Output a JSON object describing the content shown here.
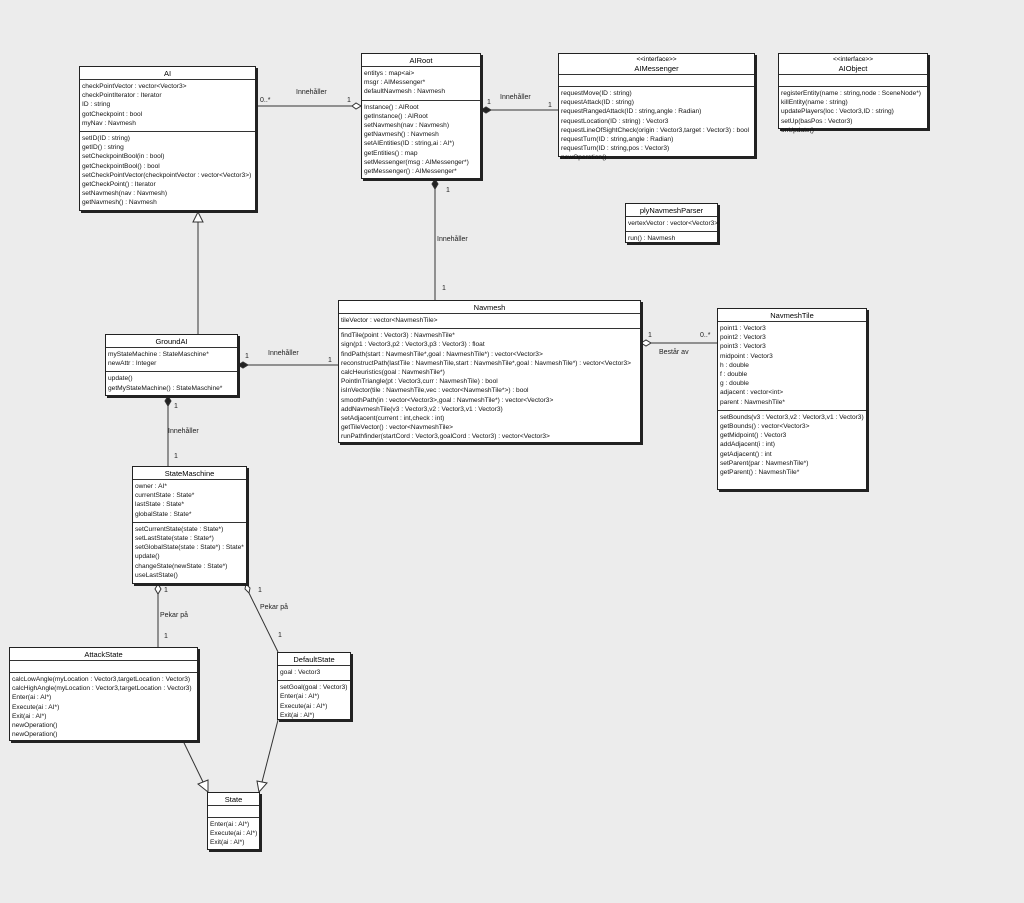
{
  "classes": {
    "ai": {
      "name": "AI",
      "attributes": [
        "checkPointVector : vector<Vector3>",
        "checkPointIterator : Iterator",
        "ID : string",
        "gotCheckpoint : bool",
        "myNav : Navmesh"
      ],
      "operations": [
        "setID(ID : string)",
        "getID() : string",
        "setCheckpointBool(in : bool)",
        "getCheckpointBool() : bool",
        "setCheckPointVector(checkpointVector : vector<Vector3>)",
        "getCheckPoint() : Iterator",
        "setNavmesh(nav : Navmesh)",
        "getNavmesh() : Navmesh"
      ]
    },
    "airoot": {
      "name": "AIRoot",
      "attributes": [
        "entitys : map<ai>",
        "msgr : AIMessenger*",
        "defaultNavmesh : Navmesh"
      ],
      "operations": [
        "Instance() : AIRoot",
        "getInstance() : AIRoot",
        "setNavmesh(nav : Navmesh)",
        "getNavmesh() : Navmesh",
        "setAIEntities(ID : string,ai : AI*)",
        "getEntities() : map",
        "setMessenger(msg : AIMessenger*)",
        "getMessenger() : AIMessenger*"
      ]
    },
    "aimessenger": {
      "stereotype": "<<interface>>",
      "name": "AIMessenger",
      "attributes": [],
      "operations": [
        "requestMove(ID : string)",
        "requestAttack(ID : string)",
        "requestRangedAttack(ID : string,angle : Radian)",
        "requestLocation(ID : string) : Vector3",
        "requestLineOfSightCheck(origin : Vector3,target : Vector3) : bool",
        "requestTurn(ID : string,angle : Radian)",
        "requestTurn(ID : string,pos : Vector3)",
        "newOperation()"
      ]
    },
    "aiobject": {
      "stereotype": "<<interface>>",
      "name": "AIObject",
      "attributes": [],
      "operations": [
        "registerEntity(name : string,node : SceneNode*)",
        "killEntity(name : string)",
        "updatePlayers(loc : Vector3,ID : string)",
        "setUp(basPos : Vector3)",
        "onUpdate()"
      ]
    },
    "plynavmeshparser": {
      "name": "plyNavmeshParser",
      "attributes": [
        "vertexVector : vector<Vector3>"
      ],
      "operations": [
        "run() : Navmesh"
      ]
    },
    "navmesh": {
      "name": "Navmesh",
      "attributes": [
        "tileVector : vector<NavmeshTile>"
      ],
      "operations": [
        "findTile(point : Vector3) : NavmeshTile*",
        "sign(p1 : Vector3,p2 : Vector3,p3 : Vector3) : float",
        "findPath(start : NavmeshTile*,goal : NavmeshTile*) : vector<Vector3>",
        "reconstructPath(lastTile : NavmeshTile,start : NavmeshTile*,goal : NavmeshTile*) : vector<Vector3>",
        "calcHeuristics(goal : NavmeshTile*)",
        "PointInTriangle(pt : Vector3,curr : NavmeshTile) : bool",
        "isInVector(tile : NavmeshTile,vec : vector<NavmeshTile*>) : bool",
        "smoothPath(in : vector<Vector3>,goal : NavmeshTile*) : vector<Vector3>",
        "addNavmeshTile(v3 : Vector3,v2 : Vector3,v1 : Vector3)",
        "setAdjacent(current : int,check : int)",
        "getTileVector() : vector<NavmeshTile>",
        "runPathfinder(startCord : Vector3,goalCord : Vector3) : vector<Vector3>"
      ]
    },
    "navmeshtile": {
      "name": "NavmeshTile",
      "attributes": [
        "point1 : Vector3",
        "point2 : Vector3",
        "point3 : Vector3",
        "midpoint : Vector3",
        "h : double",
        "f : double",
        "g : double",
        "adjacent : vector<int>",
        "parent : NavmeshTile*"
      ],
      "operations": [
        "setBounds(v3 : Vector3,v2 : Vector3,v1 : Vector3)",
        "getBounds() : vector<Vector3>",
        "getMidpoint() : Vector3",
        "addAdjacent(i : int)",
        "getAdjacent() : int",
        "setParent(par : NavmeshTile*)",
        "getParent() : NavmeshTile*"
      ]
    },
    "groundai": {
      "name": "GroundAI",
      "attributes": [
        "myStateMachine : StateMaschine*",
        "newAttr : Integer"
      ],
      "operations": [
        "update()",
        "getMyStateMachine() : StateMaschine*"
      ]
    },
    "statemaschine": {
      "name": "StateMaschine",
      "attributes": [
        "owner : AI*",
        "currentState : State*",
        "lastState : State*",
        "globalState : State*"
      ],
      "operations": [
        "setCurrentState(state : State*)",
        "setLastState(state : State*)",
        "setGlobalState(state : State*) : State*",
        "update()",
        "changeState(newState : State*)",
        "useLastState()"
      ]
    },
    "attackstate": {
      "name": "AttackState",
      "attributes": [],
      "operations": [
        "calcLowAngle(myLocation : Vector3,targetLocation : Vector3)",
        "calcHighAngle(myLocation : Vector3,targetLocation : Vector3)",
        "Enter(ai : AI*)",
        "Execute(ai : AI*)",
        "Exit(ai : AI*)",
        "newOperation()",
        "newOperation()"
      ]
    },
    "defaultstate": {
      "name": "DefaultState",
      "attributes": [
        "goal : Vector3"
      ],
      "operations": [
        "setGoal(goal : Vector3)",
        "Enter(ai : AI*)",
        "Execute(ai : AI*)",
        "Exit(ai : AI*)"
      ]
    },
    "state": {
      "name": "State",
      "attributes": [],
      "operations": [
        "Enter(ai : AI*)",
        "Execute(ai : AI*)",
        "Exit(ai : AI*)"
      ]
    }
  },
  "relations": {
    "ai_airoot": {
      "label": "Innehåller",
      "mult_a": "0..*",
      "mult_b": "1"
    },
    "airoot_messenger": {
      "label": "Innehåller",
      "mult_a": "1",
      "mult_b": "1"
    },
    "airoot_navmesh": {
      "label": "Innehåller",
      "mult_a": "1",
      "mult_b": "1"
    },
    "groundai_navmesh": {
      "label": "Innehåller",
      "mult_a": "1",
      "mult_b": "1"
    },
    "navmesh_tile": {
      "label": "Består av",
      "mult_a": "1",
      "mult_b": "0..*"
    },
    "groundai_sm": {
      "label": "Innehåller",
      "mult_a": "1",
      "mult_b": "1"
    },
    "sm_attack": {
      "label": "Pekar på",
      "mult_a": "1",
      "mult_b": "1"
    },
    "sm_default": {
      "label": "Pekar på",
      "mult_a": "1",
      "mult_b": "1"
    }
  }
}
